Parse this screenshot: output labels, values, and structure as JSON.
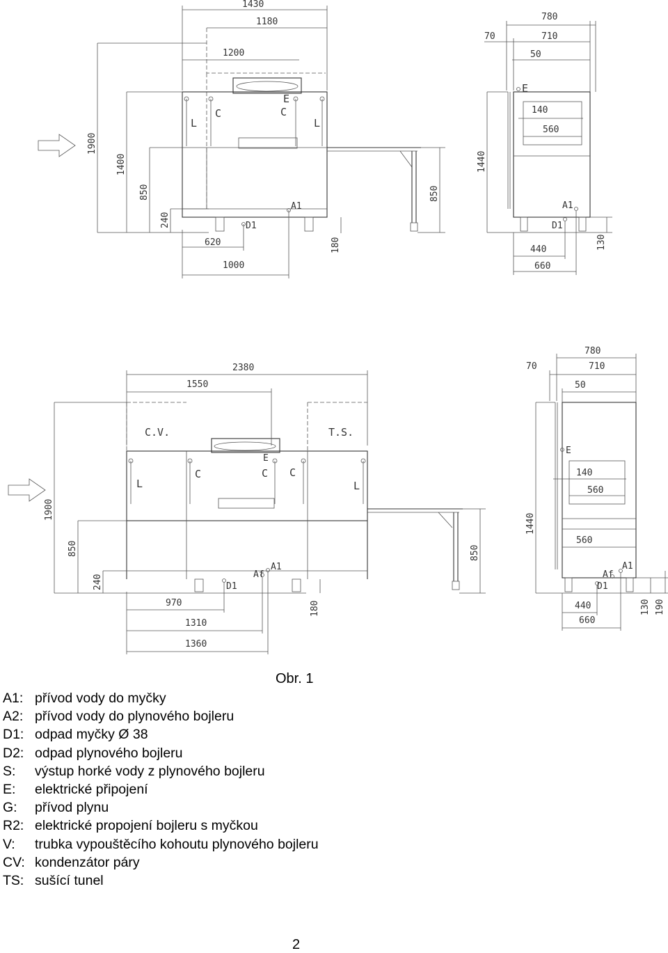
{
  "figure": {
    "caption": "Obr. 1",
    "top_drawing": {
      "front_view": {
        "dimensions": [
          "1430",
          "1180",
          "1200",
          "1900",
          "1400",
          "850",
          "240",
          "620",
          "1000",
          "180",
          "850"
        ],
        "labels": [
          "L",
          "C",
          "E",
          "C",
          "L",
          "A1",
          "D1"
        ]
      },
      "side_view": {
        "dimensions": [
          "780",
          "70",
          "710",
          "50",
          "140",
          "560",
          "1440",
          "440",
          "660",
          "130"
        ],
        "labels": [
          "E",
          "A1",
          "D1"
        ]
      }
    },
    "bottom_drawing": {
      "front_view": {
        "dimensions": [
          "2380",
          "1550",
          "1900",
          "850",
          "240",
          "970",
          "1310",
          "1360",
          "180",
          "850"
        ],
        "labels": [
          "C.V.",
          "T.S.",
          "L",
          "C",
          "E",
          "C",
          "C",
          "L",
          "A1",
          "Af",
          "D1"
        ]
      },
      "side_view": {
        "dimensions": [
          "780",
          "70",
          "710",
          "50",
          "140",
          "560",
          "1440",
          "560",
          "440",
          "660",
          "130",
          "190"
        ],
        "labels": [
          "E",
          "A1",
          "Af",
          "D1"
        ]
      }
    }
  },
  "legend": [
    {
      "code": "A1:",
      "text": "přívod vody do myčky"
    },
    {
      "code": "A2:",
      "text": "přívod vody do plynového bojleru"
    },
    {
      "code": "D1:",
      "text": "odpad myčky Ø 38"
    },
    {
      "code": "D2:",
      "text": "odpad plynového bojleru"
    },
    {
      "code": "S:",
      "text": "výstup horké vody z plynového bojleru"
    },
    {
      "code": "E:",
      "text": "elektrické připojení"
    },
    {
      "code": "G:",
      "text": "přívod plynu"
    },
    {
      "code": "R2:",
      "text": "elektrické propojení bojleru s myčkou"
    },
    {
      "code": "V:",
      "text": "trubka vypouštěcího kohoutu plynového bojleru"
    },
    {
      "code": "CV:",
      "text": "kondenzátor páry"
    },
    {
      "code": "TS:",
      "text": "sušící tunel"
    }
  ],
  "page_number": "2"
}
